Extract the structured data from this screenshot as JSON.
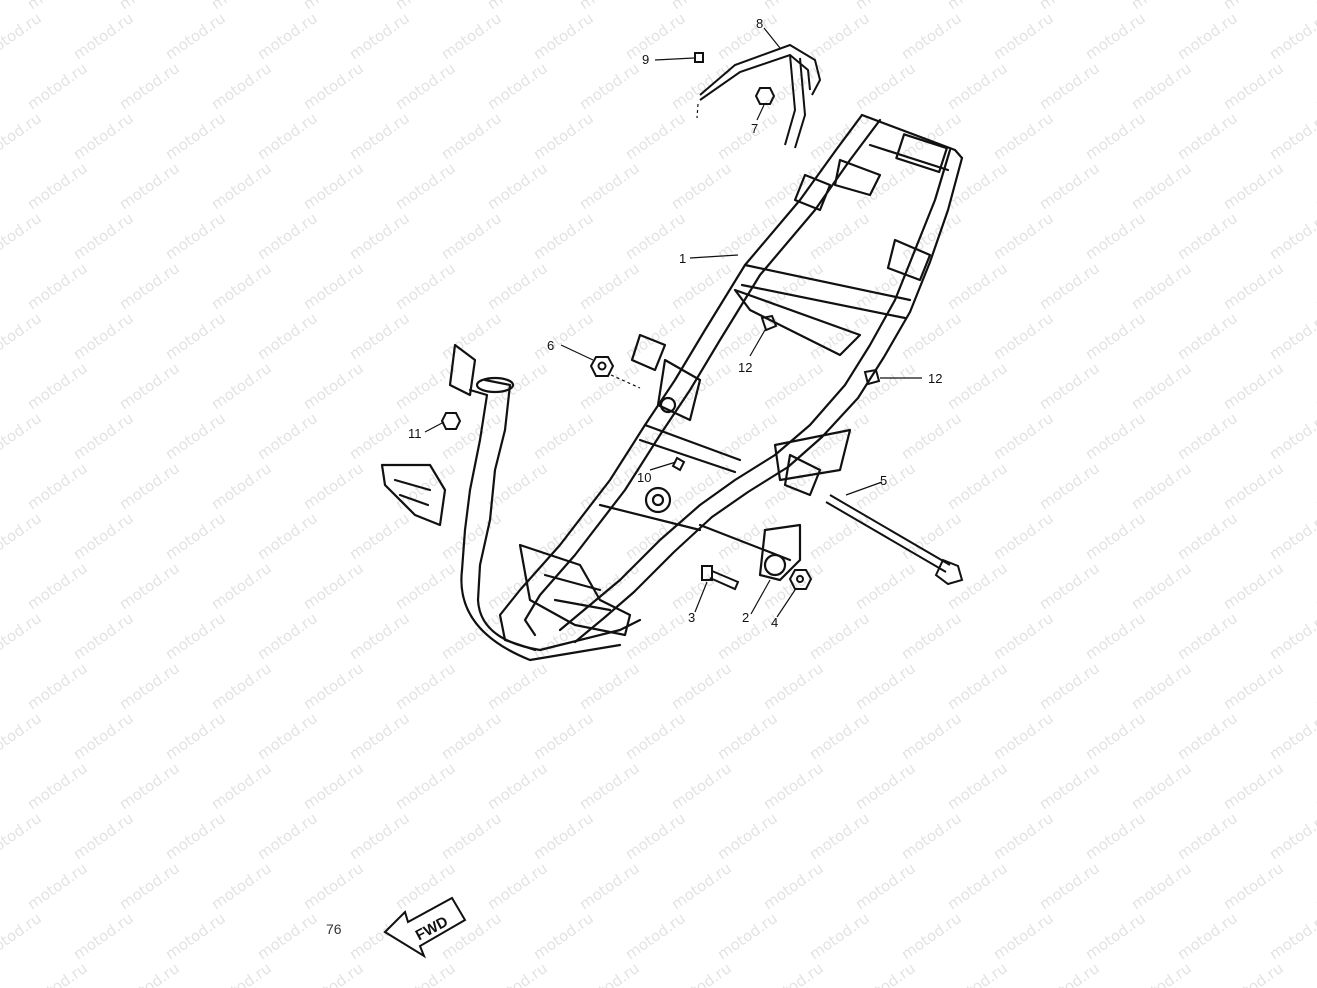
{
  "watermark": {
    "text": "motod.ru"
  },
  "callouts": [
    {
      "id": "1",
      "label": "1"
    },
    {
      "id": "2",
      "label": "2"
    },
    {
      "id": "3",
      "label": "3"
    },
    {
      "id": "4",
      "label": "4"
    },
    {
      "id": "5",
      "label": "5"
    },
    {
      "id": "6",
      "label": "6"
    },
    {
      "id": "7",
      "label": "7"
    },
    {
      "id": "8",
      "label": "8"
    },
    {
      "id": "9",
      "label": "9"
    },
    {
      "id": "10",
      "label": "10"
    },
    {
      "id": "11",
      "label": "11"
    },
    {
      "id": "12a",
      "label": "12"
    },
    {
      "id": "12b",
      "label": "12"
    }
  ],
  "direction_arrow": {
    "label": "FWD"
  },
  "page_ref": {
    "text": "76"
  },
  "colors": {
    "line": "#111111",
    "background": "#ffffff",
    "watermark": "#9a9a9a"
  }
}
